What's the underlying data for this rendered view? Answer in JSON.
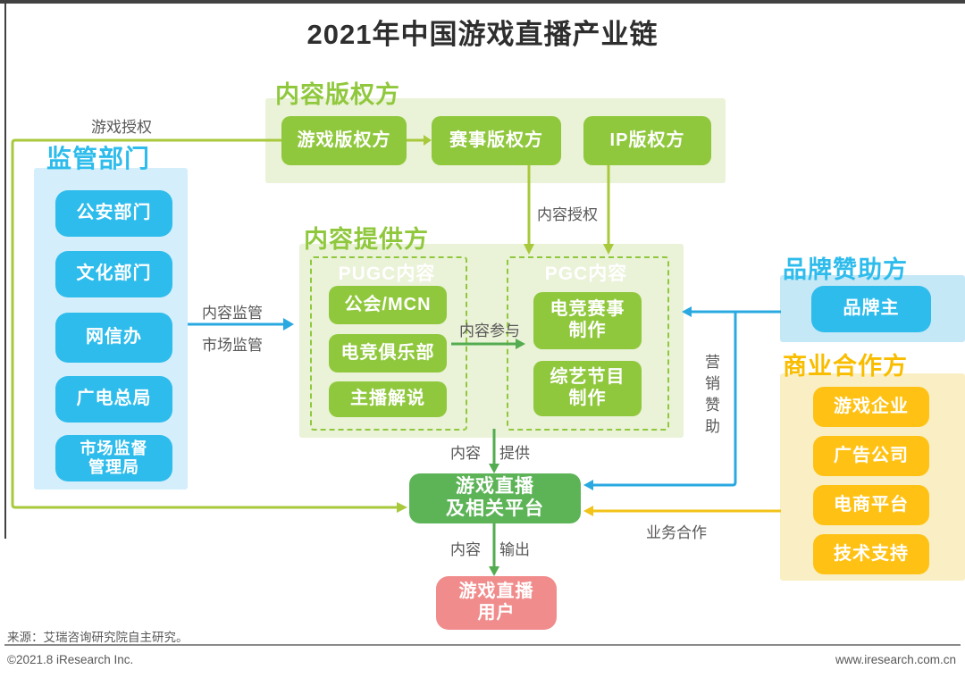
{
  "title": "2021年中国游戏直播产业链",
  "colors": {
    "lime": "#90C83D",
    "lime-line": "#A8C93B",
    "lime-bg": "#EAF2D8",
    "blue": "#2EBCEC",
    "blue-line": "#2AA9E1",
    "blue-bg-left": "#D4EFFB",
    "blue-bg-right": "#C5E8F7",
    "yellow": "#FFC214",
    "yellow-header": "#F9BD00",
    "yellow-line": "#F2C318",
    "yellow-bg": "#FAEFC4",
    "green": "#5DB457",
    "green-line": "#53AC50",
    "pink": "#F18C8C",
    "text-dark": "#2E2E2E",
    "text-gray": "#595757",
    "border-artifact": "#414141",
    "footer-line": "#8A8A8A"
  },
  "sections": {
    "copyright": {
      "label": "内容版权方",
      "boxes": [
        "游戏版权方",
        "赛事版权方",
        "IP版权方"
      ]
    },
    "regulators": {
      "label": "监管部门",
      "boxes": [
        "公安部门",
        "文化部门",
        "网信办",
        "广电总局",
        "市场监督\n管理局"
      ]
    },
    "provider": {
      "label": "内容提供方",
      "pugc": {
        "label": "PUGC内容",
        "boxes": [
          "公会/MCN",
          "电竞俱乐部",
          "主播解说"
        ]
      },
      "pgc": {
        "label": "PGC内容",
        "boxes": [
          "电竞赛事\n制作",
          "综艺节目\n制作"
        ]
      }
    },
    "brand": {
      "label": "品牌赞助方",
      "boxes": [
        "品牌主"
      ]
    },
    "business": {
      "label": "商业合作方",
      "boxes": [
        "游戏企业",
        "广告公司",
        "电商平台",
        "技术支持"
      ]
    },
    "platform": {
      "label": "游戏直播\n及相关平台"
    },
    "users": {
      "label": "游戏直播\n用户"
    }
  },
  "edges": {
    "game_license": "游戏授权",
    "content_license": "内容授权",
    "content_regulation": "内容监管",
    "market_regulation": "市场监管",
    "content_participation": "内容参与",
    "supply_left": "内容",
    "supply_right": "提供",
    "output_left": "内容",
    "output_right": "输出",
    "marketing": "营销赞助",
    "business_coop": "业务合作"
  },
  "footer": {
    "source": "来源：艾瑞咨询研究院自主研究。",
    "copyright": "©2021.8 iResearch Inc.",
    "website": "www.iresearch.com.cn"
  }
}
